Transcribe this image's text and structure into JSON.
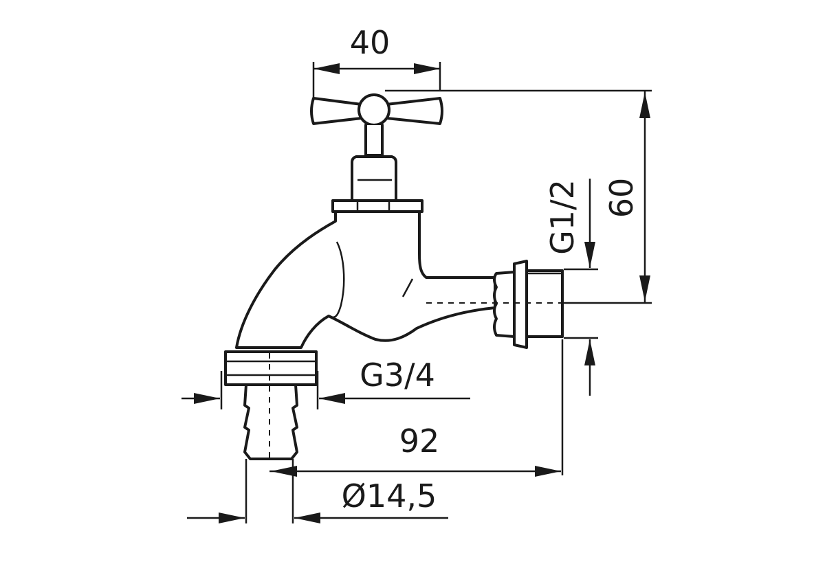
{
  "dimensions": {
    "top_width": "40",
    "height": "60",
    "inlet_thread": "G1/2",
    "outlet_thread": "G3/4",
    "length": "92",
    "hose_diameter": "Ø14,5"
  },
  "colors": {
    "line": "#1a1a1a",
    "background": "#ffffff"
  }
}
